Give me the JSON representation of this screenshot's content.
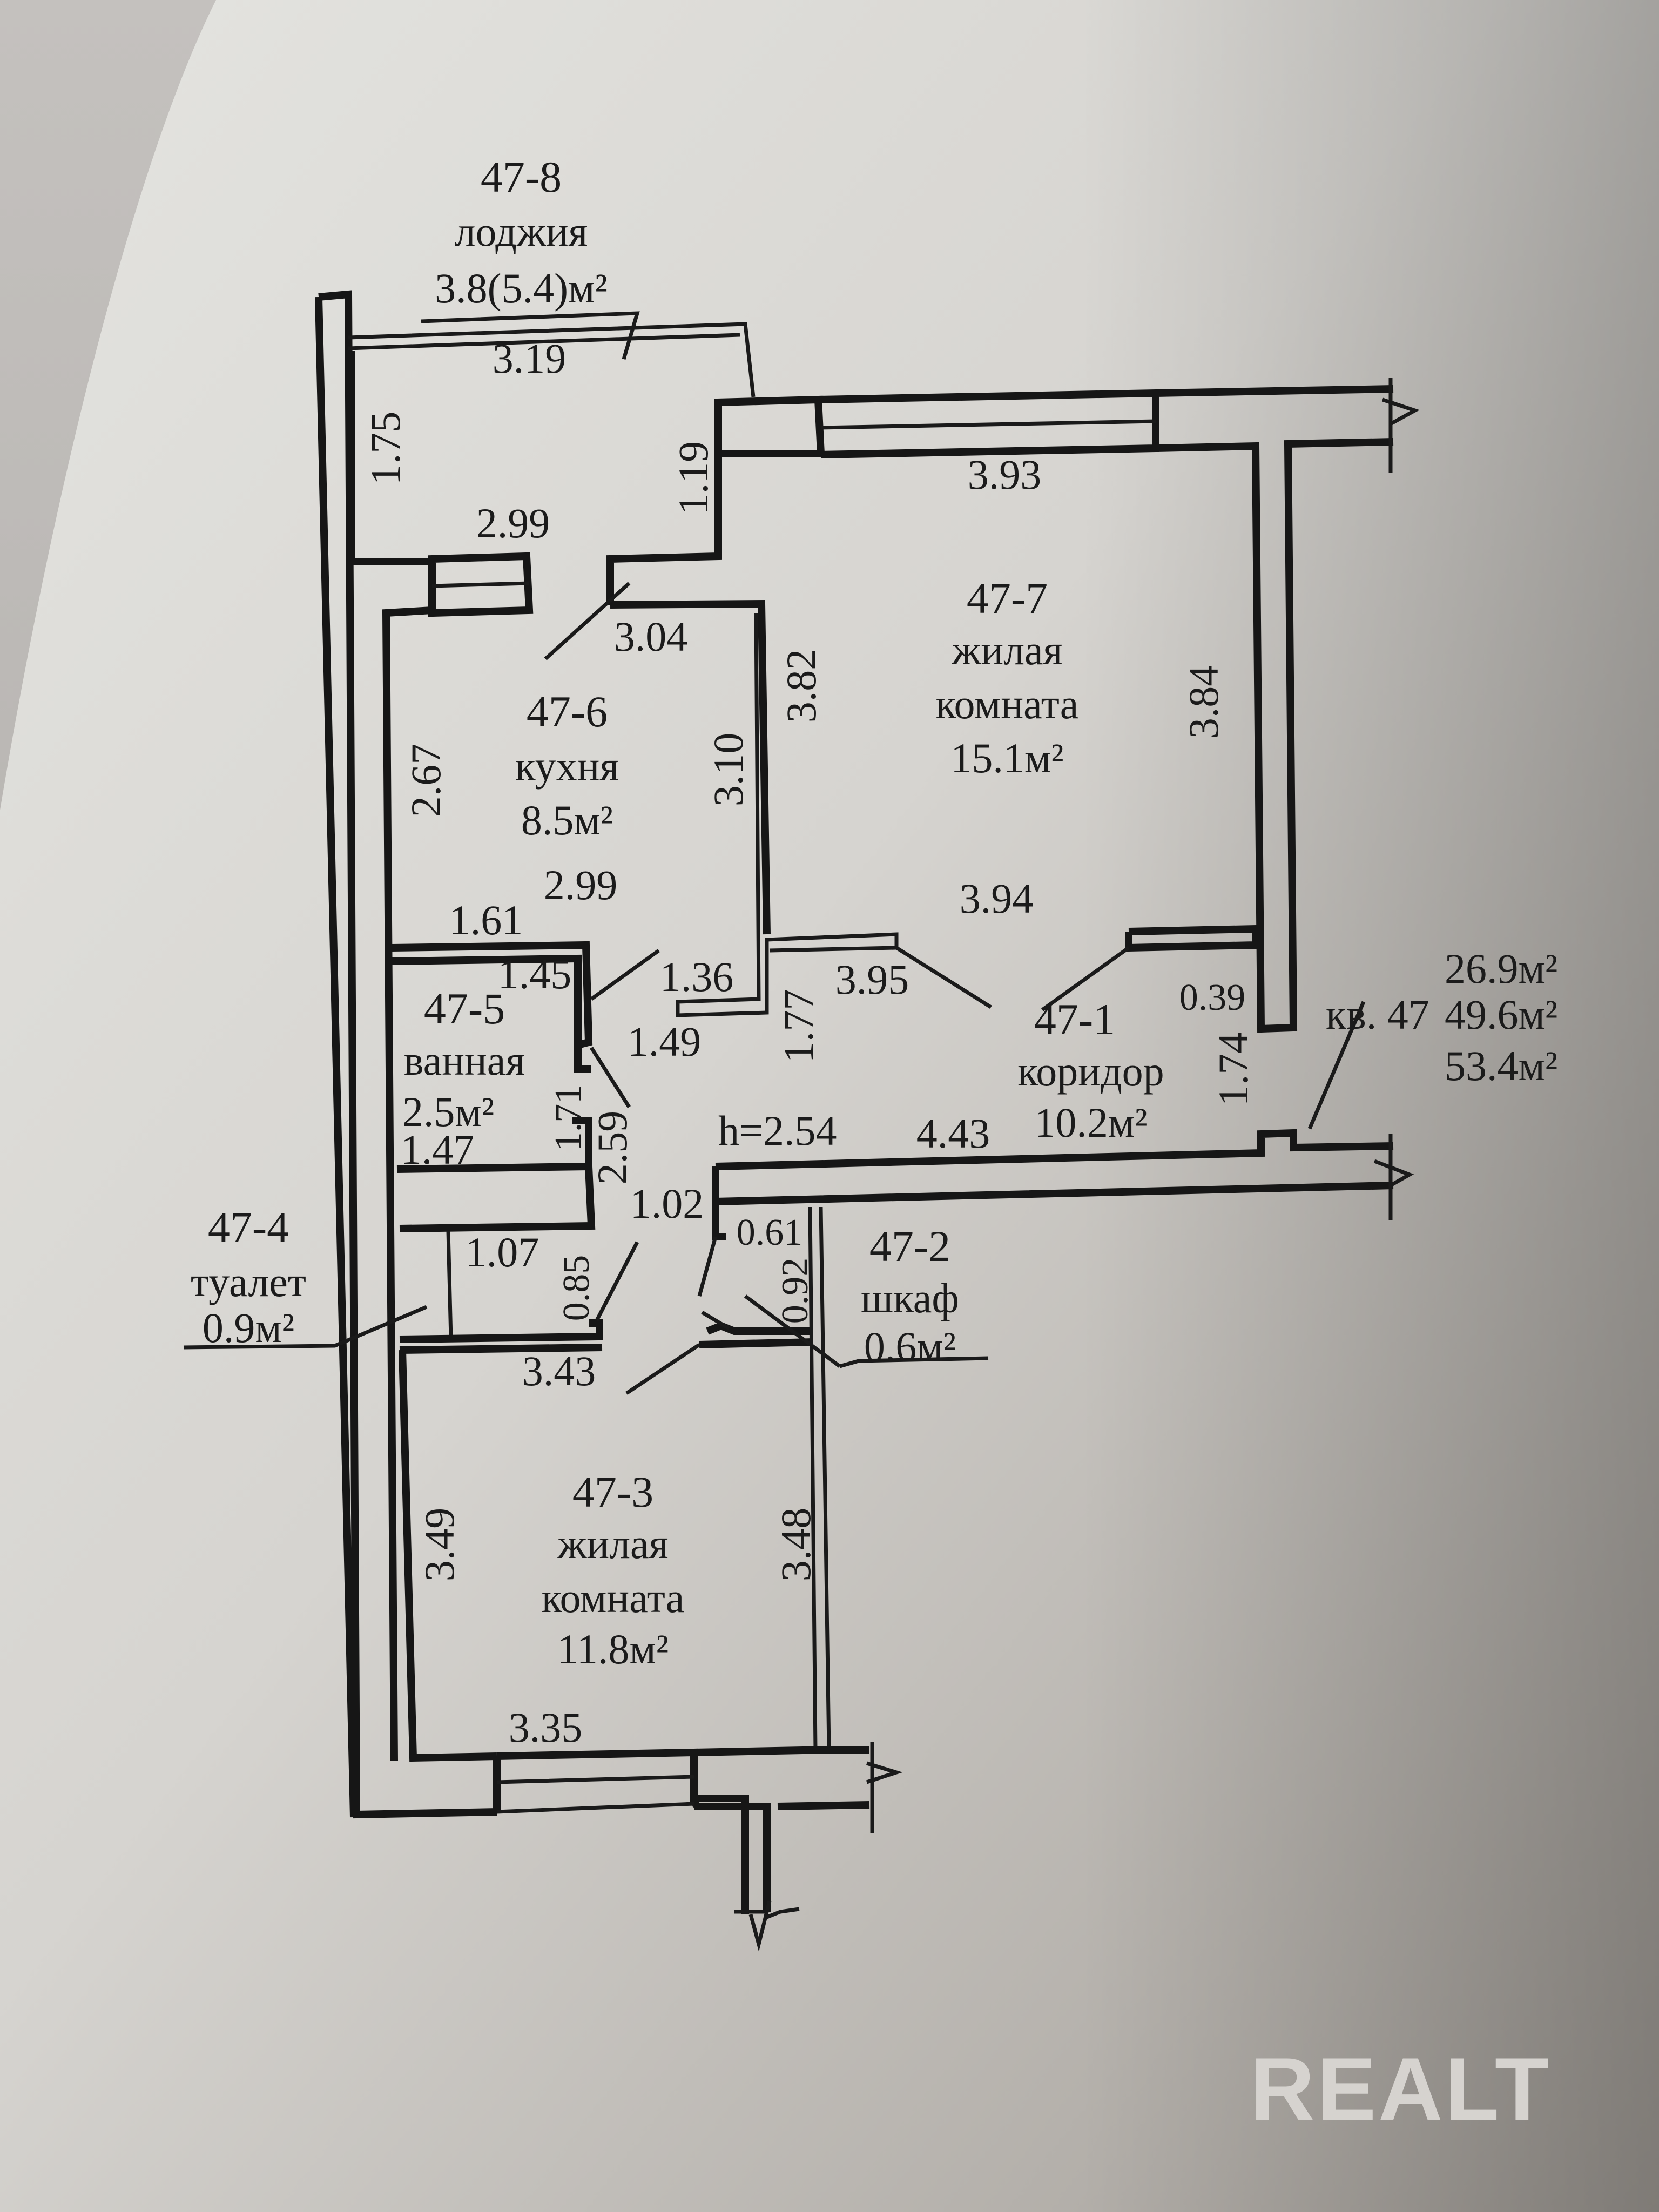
{
  "colors": {
    "paper": "#d9d7d3",
    "paper_shadow": "#9a958f",
    "background_surface": "#b3b0ad",
    "ink": "#161616",
    "watermark": "#d6d3cf"
  },
  "apartment": {
    "label": "кв. 47",
    "areas": [
      "26.9м²",
      "49.6м²",
      "53.4м²"
    ],
    "ceiling_height": "h=2.54"
  },
  "rooms": [
    {
      "id": "47-1",
      "name": "коридор",
      "area": "10.2м²"
    },
    {
      "id": "47-2",
      "name": "шкаф",
      "area": "0.6м²"
    },
    {
      "id": "47-3",
      "name": "жилая",
      "name2": "комната",
      "area": "11.8м²"
    },
    {
      "id": "47-4",
      "name": "туалет",
      "area": "0.9м²"
    },
    {
      "id": "47-5",
      "name": "ванная",
      "area": "2.5м²"
    },
    {
      "id": "47-6",
      "name": "кухня",
      "area": "8.5м²"
    },
    {
      "id": "47-7",
      "name": "жилая",
      "name2": "комната",
      "area": "15.1м²"
    },
    {
      "id": "47-8",
      "name": "лоджия",
      "area": "3.8(5.4)м²"
    }
  ],
  "dimensions": {
    "loggia_width": "3.19",
    "loggia_left": "1.75",
    "loggia_right": "1.19",
    "loggia_bottom": "2.99",
    "kitchen_top": "3.04",
    "kitchen_left": "2.67",
    "kitchen_right": "3.10",
    "kitchen_bottom": "2.99",
    "room7_top": "3.93",
    "room7_left": "3.82",
    "room7_right": "3.84",
    "room7_bottom": "3.94",
    "corridor_top": "3.95",
    "corridor_left": "1.77",
    "corridor_right": "1.74",
    "corridor_bottom": "4.43",
    "corridor_niche": "0.39",
    "corridor_small_1": "1.36",
    "corridor_small_2": "1.49",
    "corridor_small_3": "2.59",
    "corridor_small_4": "1.02",
    "bath_top": "1.45",
    "bath_bottom": "1.47",
    "bath_right": "1.71",
    "kitchen_corner": "1.61",
    "toilet_top": "1.07",
    "toilet_right": "0.85",
    "closet_top": "0.61",
    "closet_right": "0.92",
    "room3_top": "3.43",
    "room3_left": "3.49",
    "room3_right": "3.48",
    "room3_bottom": "3.35"
  },
  "watermark": {
    "text": "REALT"
  }
}
